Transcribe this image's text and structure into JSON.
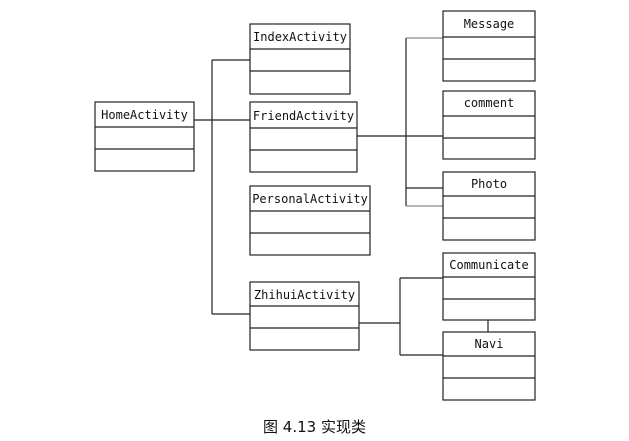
{
  "diagram": {
    "classes": [
      {
        "id": "home",
        "name": "HomeActivity"
      },
      {
        "id": "index",
        "name": "IndexActivity"
      },
      {
        "id": "friend",
        "name": "FriendActivity"
      },
      {
        "id": "personal",
        "name": "PersonalActivity"
      },
      {
        "id": "zhihui",
        "name": "ZhihuiActivity"
      },
      {
        "id": "message",
        "name": "Message"
      },
      {
        "id": "comment",
        "name": "comment"
      },
      {
        "id": "photo",
        "name": "Photo"
      },
      {
        "id": "communicate",
        "name": "Communicate"
      },
      {
        "id": "navi",
        "name": "Navi"
      }
    ]
  },
  "caption": "图 4.13   实现类"
}
